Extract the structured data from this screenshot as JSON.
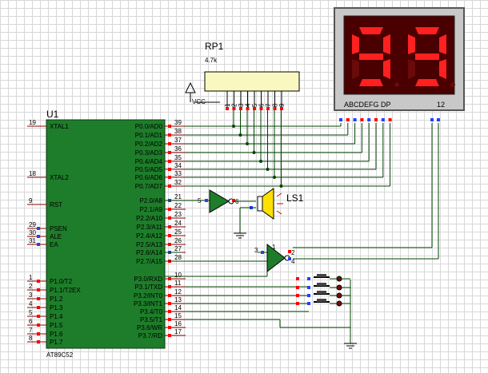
{
  "mcu": {
    "ref": "U1",
    "part": "AT89C52",
    "left_pins": [
      {
        "num": "19",
        "name": "XTAL1"
      },
      {
        "num": "18",
        "name": "XTAL2"
      },
      {
        "num": "9",
        "name": "RST"
      },
      {
        "num": "29",
        "name": "PSEN"
      },
      {
        "num": "30",
        "name": "ALE"
      },
      {
        "num": "31",
        "name": "EA"
      },
      {
        "num": "1",
        "name": "P1.0/T2"
      },
      {
        "num": "2",
        "name": "P1.1/T2EX"
      },
      {
        "num": "3",
        "name": "P1.2"
      },
      {
        "num": "4",
        "name": "P1.3"
      },
      {
        "num": "5",
        "name": "P1.4"
      },
      {
        "num": "6",
        "name": "P1.5"
      },
      {
        "num": "7",
        "name": "P1.6"
      },
      {
        "num": "8",
        "name": "P1.7"
      }
    ],
    "right_pins": [
      {
        "num": "39",
        "name": "P0.0/AD0"
      },
      {
        "num": "38",
        "name": "P0.1/AD1"
      },
      {
        "num": "37",
        "name": "P0.2/AD2"
      },
      {
        "num": "36",
        "name": "P0.3/AD3"
      },
      {
        "num": "35",
        "name": "P0.4/AD4"
      },
      {
        "num": "34",
        "name": "P0.5/AD5"
      },
      {
        "num": "33",
        "name": "P0.6/AD6"
      },
      {
        "num": "32",
        "name": "P0.7/AD7"
      },
      {
        "num": "21",
        "name": "P2.0/A8"
      },
      {
        "num": "22",
        "name": "P2.1/A9"
      },
      {
        "num": "23",
        "name": "P2.2/A10"
      },
      {
        "num": "24",
        "name": "P2.3/A11"
      },
      {
        "num": "25",
        "name": "P2.4/A12"
      },
      {
        "num": "26",
        "name": "P2.5/A13"
      },
      {
        "num": "27",
        "name": "P2.6/A14"
      },
      {
        "num": "28",
        "name": "P2.7/A15"
      },
      {
        "num": "10",
        "name": "P3.0/RXD"
      },
      {
        "num": "11",
        "name": "P3.1/TXD"
      },
      {
        "num": "12",
        "name": "P3.2/INT0"
      },
      {
        "num": "13",
        "name": "P3.3/INT1"
      },
      {
        "num": "14",
        "name": "P3.4/T0"
      },
      {
        "num": "15",
        "name": "P3.5/T1"
      },
      {
        "num": "16",
        "name": "P3.6/WR"
      },
      {
        "num": "17",
        "name": "P3.7/RD"
      }
    ]
  },
  "rp1": {
    "ref": "RP1",
    "value": "4.7k",
    "vcc_label": "VCC",
    "pins": [
      "1",
      "2",
      "3",
      "4",
      "5",
      "6",
      "7",
      "8",
      "9"
    ]
  },
  "display": {
    "digits": "99",
    "segment_label": "ABCDEFG  DP",
    "common_label": "12",
    "segment_color": "#ff2020",
    "background_color": "#4a0000"
  },
  "buzzer": {
    "ref": "LS1",
    "gate_in_pin": "5",
    "gate_out_pin": "6"
  },
  "gate2": {
    "pin_a": "2",
    "pin_b": "3",
    "pin_c": "4",
    "pin_d": "1"
  },
  "colors": {
    "mcu_body": "#1e7d2a",
    "pin_line": "#8b0000",
    "wire": "#004400",
    "pin_high": "#ff0000",
    "pin_low": "#2040ff"
  }
}
